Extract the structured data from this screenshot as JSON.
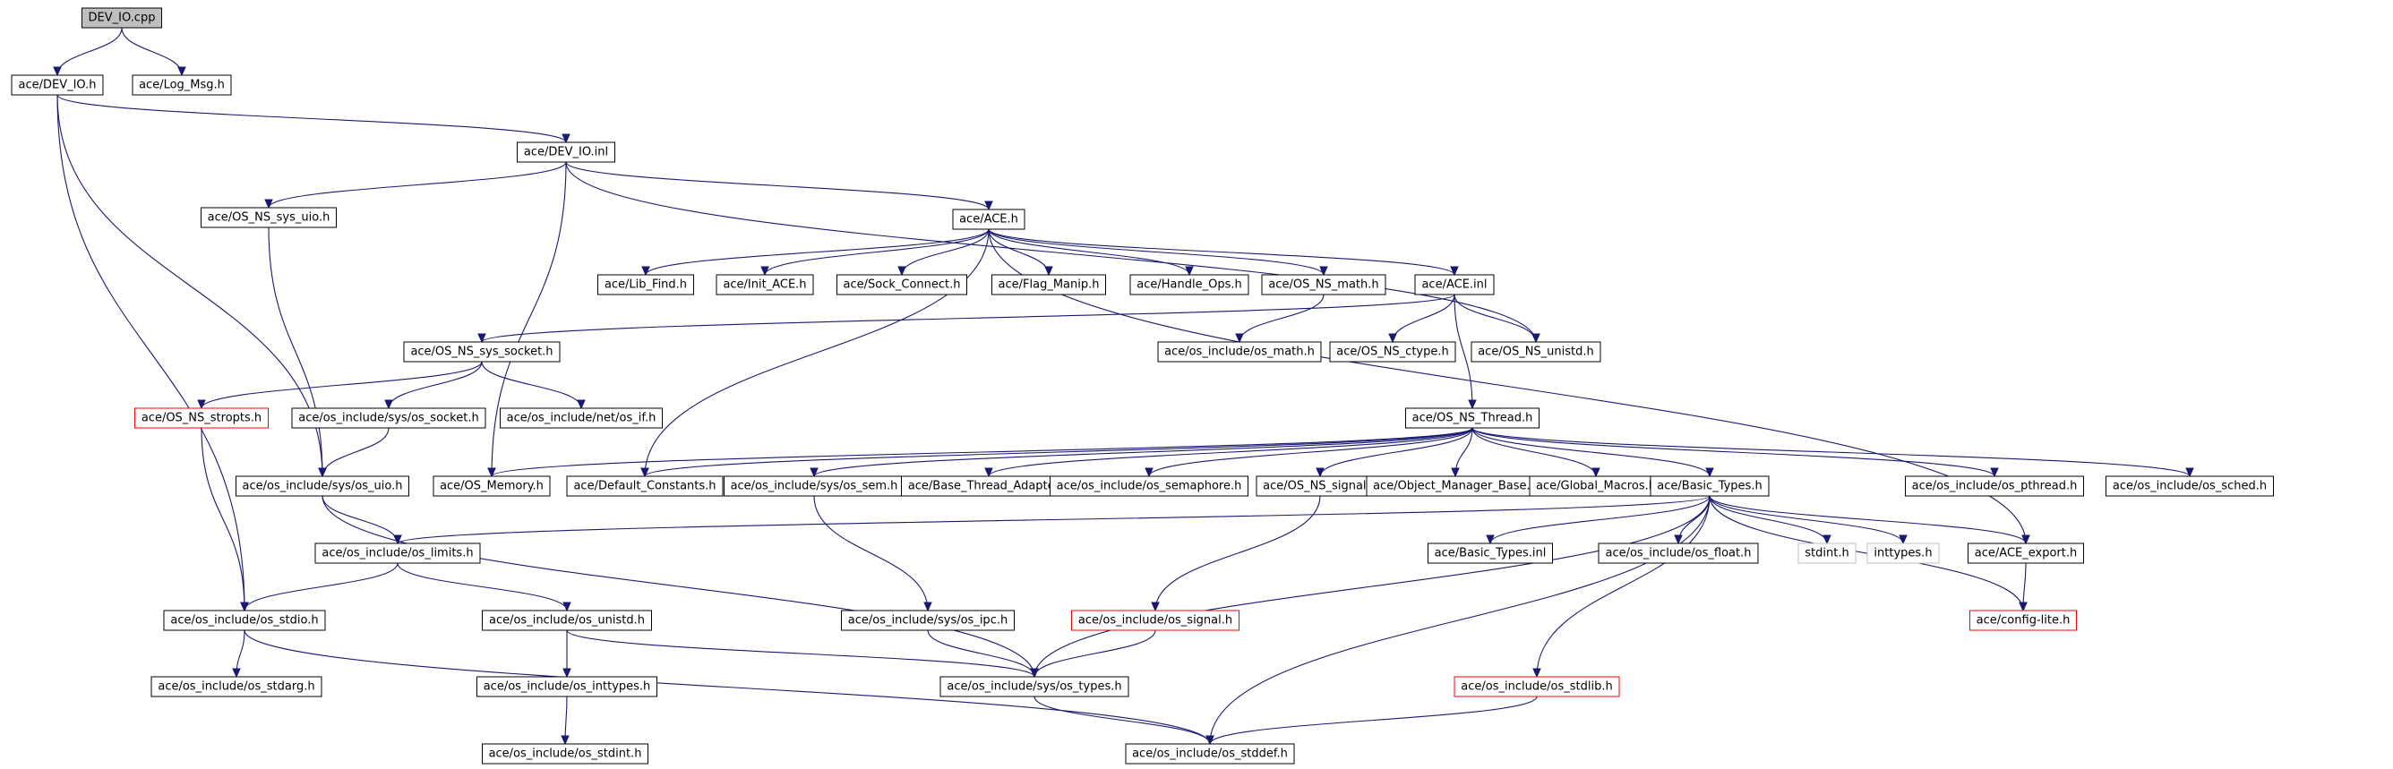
{
  "graph": {
    "title": "DEV_IO.cpp",
    "edge_color": "#191970",
    "nodes": [
      {
        "id": "dev_io_cpp",
        "label": "DEV_IO.cpp",
        "style": "root"
      },
      {
        "id": "dev_io_h",
        "label": "ace/DEV_IO.h"
      },
      {
        "id": "log_msg_h",
        "label": "ace/Log_Msg.h"
      },
      {
        "id": "dev_io_inl",
        "label": "ace/DEV_IO.inl"
      },
      {
        "id": "os_ns_sys_uio_h",
        "label": "ace/OS_NS_sys_uio.h"
      },
      {
        "id": "ace_h",
        "label": "ace/ACE.h"
      },
      {
        "id": "lib_find_h",
        "label": "ace/Lib_Find.h"
      },
      {
        "id": "init_ace_h",
        "label": "ace/Init_ACE.h"
      },
      {
        "id": "sock_connect_h",
        "label": "ace/Sock_Connect.h"
      },
      {
        "id": "flag_manip_h",
        "label": "ace/Flag_Manip.h"
      },
      {
        "id": "handle_ops_h",
        "label": "ace/Handle_Ops.h"
      },
      {
        "id": "os_ns_math_h",
        "label": "ace/OS_NS_math.h"
      },
      {
        "id": "ace_inl",
        "label": "ace/ACE.inl"
      },
      {
        "id": "os_ns_sys_socket_h",
        "label": "ace/OS_NS_sys_socket.h"
      },
      {
        "id": "os_math_h",
        "label": "ace/os_include/os_math.h"
      },
      {
        "id": "os_ns_ctype_h",
        "label": "ace/OS_NS_ctype.h"
      },
      {
        "id": "os_ns_unistd_h",
        "label": "ace/OS_NS_unistd.h"
      },
      {
        "id": "os_ns_stropts_h",
        "label": "ace/OS_NS_stropts.h",
        "style": "red"
      },
      {
        "id": "sys_os_socket_h",
        "label": "ace/os_include/sys/os_socket.h"
      },
      {
        "id": "net_os_if_h",
        "label": "ace/os_include/net/os_if.h"
      },
      {
        "id": "os_ns_thread_h",
        "label": "ace/OS_NS_Thread.h"
      },
      {
        "id": "sys_os_uio_h",
        "label": "ace/os_include/sys/os_uio.h"
      },
      {
        "id": "os_memory_h",
        "label": "ace/OS_Memory.h"
      },
      {
        "id": "default_constants_h",
        "label": "ace/Default_Constants.h"
      },
      {
        "id": "sys_os_sem_h",
        "label": "ace/os_include/sys/os_sem.h"
      },
      {
        "id": "base_thread_adapter_h",
        "label": "ace/Base_Thread_Adapter.h"
      },
      {
        "id": "os_semaphore_h",
        "label": "ace/os_include/os_semaphore.h"
      },
      {
        "id": "os_ns_signal_h",
        "label": "ace/OS_NS_signal.h"
      },
      {
        "id": "object_manager_base_h",
        "label": "ace/Object_Manager_Base.h"
      },
      {
        "id": "global_macros_h",
        "label": "ace/Global_Macros.h"
      },
      {
        "id": "basic_types_h",
        "label": "ace/Basic_Types.h"
      },
      {
        "id": "os_pthread_h",
        "label": "ace/os_include/os_pthread.h"
      },
      {
        "id": "os_sched_h",
        "label": "ace/os_include/os_sched.h"
      },
      {
        "id": "os_limits_h",
        "label": "ace/os_include/os_limits.h"
      },
      {
        "id": "basic_types_inl",
        "label": "ace/Basic_Types.inl"
      },
      {
        "id": "os_float_h",
        "label": "ace/os_include/os_float.h"
      },
      {
        "id": "stdint_h",
        "label": "stdint.h",
        "style": "grey"
      },
      {
        "id": "inttypes_h",
        "label": "inttypes.h",
        "style": "grey"
      },
      {
        "id": "ace_export_h",
        "label": "ace/ACE_export.h"
      },
      {
        "id": "os_stdio_h",
        "label": "ace/os_include/os_stdio.h"
      },
      {
        "id": "os_unistd_h",
        "label": "ace/os_include/os_unistd.h"
      },
      {
        "id": "sys_os_ipc_h",
        "label": "ace/os_include/sys/os_ipc.h"
      },
      {
        "id": "os_signal_h",
        "label": "ace/os_include/os_signal.h",
        "style": "red"
      },
      {
        "id": "config_lite_h",
        "label": "ace/config-lite.h",
        "style": "red"
      },
      {
        "id": "os_stdarg_h",
        "label": "ace/os_include/os_stdarg.h"
      },
      {
        "id": "os_inttypes_h",
        "label": "ace/os_include/os_inttypes.h"
      },
      {
        "id": "sys_os_types_h",
        "label": "ace/os_include/sys/os_types.h"
      },
      {
        "id": "os_stdlib_h",
        "label": "ace/os_include/os_stdlib.h",
        "style": "red"
      },
      {
        "id": "os_stdint_h",
        "label": "ace/os_include/os_stdint.h"
      },
      {
        "id": "os_stddef_h",
        "label": "ace/os_include/os_stddef.h"
      }
    ],
    "edges": [
      [
        "dev_io_cpp",
        "dev_io_h"
      ],
      [
        "dev_io_cpp",
        "log_msg_h"
      ],
      [
        "dev_io_h",
        "dev_io_inl"
      ],
      [
        "dev_io_h",
        "sys_os_uio_h"
      ],
      [
        "dev_io_h",
        "os_stdio_h"
      ],
      [
        "dev_io_inl",
        "os_ns_sys_uio_h"
      ],
      [
        "dev_io_inl",
        "ace_h"
      ],
      [
        "dev_io_inl",
        "os_ns_unistd_h"
      ],
      [
        "dev_io_inl",
        "os_memory_h"
      ],
      [
        "os_ns_sys_uio_h",
        "sys_os_uio_h"
      ],
      [
        "ace_h",
        "lib_find_h"
      ],
      [
        "ace_h",
        "init_ace_h"
      ],
      [
        "ace_h",
        "sock_connect_h"
      ],
      [
        "ace_h",
        "flag_manip_h"
      ],
      [
        "ace_h",
        "handle_ops_h"
      ],
      [
        "ace_h",
        "os_ns_math_h"
      ],
      [
        "ace_h",
        "ace_inl"
      ],
      [
        "ace_h",
        "default_constants_h"
      ],
      [
        "ace_h",
        "ace_export_h"
      ],
      [
        "os_ns_math_h",
        "os_math_h"
      ],
      [
        "ace_inl",
        "os_ns_sys_socket_h"
      ],
      [
        "ace_inl",
        "os_ns_ctype_h"
      ],
      [
        "ace_inl",
        "os_ns_unistd_h"
      ],
      [
        "ace_inl",
        "os_ns_thread_h"
      ],
      [
        "os_ns_sys_socket_h",
        "os_ns_stropts_h"
      ],
      [
        "os_ns_sys_socket_h",
        "sys_os_socket_h"
      ],
      [
        "os_ns_sys_socket_h",
        "net_os_if_h"
      ],
      [
        "os_ns_stropts_h",
        "os_stdio_h"
      ],
      [
        "sys_os_socket_h",
        "sys_os_uio_h"
      ],
      [
        "os_ns_thread_h",
        "os_memory_h"
      ],
      [
        "os_ns_thread_h",
        "default_constants_h"
      ],
      [
        "os_ns_thread_h",
        "sys_os_sem_h"
      ],
      [
        "os_ns_thread_h",
        "base_thread_adapter_h"
      ],
      [
        "os_ns_thread_h",
        "os_semaphore_h"
      ],
      [
        "os_ns_thread_h",
        "os_ns_signal_h"
      ],
      [
        "os_ns_thread_h",
        "object_manager_base_h"
      ],
      [
        "os_ns_thread_h",
        "global_macros_h"
      ],
      [
        "os_ns_thread_h",
        "basic_types_h"
      ],
      [
        "os_ns_thread_h",
        "os_pthread_h"
      ],
      [
        "os_ns_thread_h",
        "os_sched_h"
      ],
      [
        "sys_os_uio_h",
        "os_limits_h"
      ],
      [
        "sys_os_uio_h",
        "sys_os_types_h"
      ],
      [
        "sys_os_sem_h",
        "sys_os_ipc_h"
      ],
      [
        "os_ns_signal_h",
        "os_signal_h"
      ],
      [
        "basic_types_h",
        "os_limits_h"
      ],
      [
        "basic_types_h",
        "basic_types_inl"
      ],
      [
        "basic_types_h",
        "os_float_h"
      ],
      [
        "basic_types_h",
        "stdint_h"
      ],
      [
        "basic_types_h",
        "inttypes_h"
      ],
      [
        "basic_types_h",
        "ace_export_h"
      ],
      [
        "basic_types_h",
        "config_lite_h"
      ],
      [
        "basic_types_h",
        "sys_os_types_h"
      ],
      [
        "basic_types_h",
        "os_stdlib_h"
      ],
      [
        "basic_types_h",
        "os_stddef_h"
      ],
      [
        "ace_export_h",
        "config_lite_h"
      ],
      [
        "os_limits_h",
        "os_stdio_h"
      ],
      [
        "os_limits_h",
        "os_unistd_h"
      ],
      [
        "os_stdio_h",
        "os_stdarg_h"
      ],
      [
        "os_stdio_h",
        "os_stddef_h"
      ],
      [
        "os_unistd_h",
        "os_inttypes_h"
      ],
      [
        "os_unistd_h",
        "sys_os_types_h"
      ],
      [
        "os_inttypes_h",
        "os_stdint_h"
      ],
      [
        "sys_os_ipc_h",
        "sys_os_types_h"
      ],
      [
        "os_signal_h",
        "sys_os_types_h"
      ],
      [
        "sys_os_types_h",
        "os_stddef_h"
      ],
      [
        "os_stdlib_h",
        "os_stddef_h"
      ]
    ]
  }
}
